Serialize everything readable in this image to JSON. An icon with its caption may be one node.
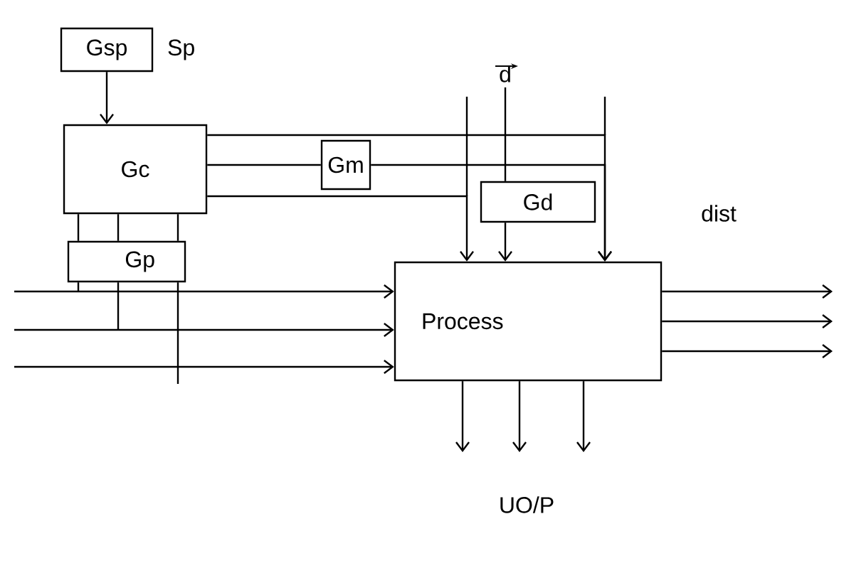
{
  "diagram": {
    "nodes": [
      {
        "text": [
          "Gsp"
        ],
        "beside": [
          "Sp"
        ]
      },
      {
        "text": [
          "d"
        ]
      },
      {
        "text": [
          "Gc"
        ]
      },
      {
        "text": [
          "Gm"
        ]
      },
      {
        "text": [
          "Gd"
        ]
      },
      {
        "text": [
          "Gp"
        ]
      },
      {
        "text": [
          "Process"
        ]
      }
    ],
    "edges": [
      {
        "from": 0,
        "to": 2,
        "arrow": "to"
      },
      {
        "from": 2,
        "to": 6,
        "arrow": "to"
      },
      {
        "from": 2,
        "to": 3,
        "arrow": "none"
      },
      {
        "from": 3,
        "to": 6,
        "arrow": "to"
      },
      {
        "from": 2,
        "to": 6,
        "arrow": "to"
      },
      {
        "from": 1,
        "to": 4,
        "arrow": "none"
      },
      {
        "from": 4,
        "to": 6,
        "arrow": "to"
      },
      {
        "from": 2,
        "to": 5,
        "arrow": "none"
      },
      {
        "from": 2,
        "to": 5,
        "arrow": "none"
      },
      {
        "from": 2,
        "to": 5,
        "arrow": "none"
      },
      {
        "from": 5,
        "to": null,
        "arrow": "none"
      },
      {
        "from": 5,
        "to": null,
        "arrow": "none"
      },
      {
        "from": 5,
        "to": null,
        "arrow": "none"
      },
      {
        "from": null,
        "to": 6,
        "arrow": "to"
      },
      {
        "from": null,
        "to": 6,
        "arrow": "to"
      },
      {
        "from": null,
        "to": 6,
        "arrow": "to"
      },
      {
        "from": 6,
        "to": null,
        "arrow": "to"
      },
      {
        "from": 6,
        "to": null,
        "arrow": "to"
      },
      {
        "from": 6,
        "to": null,
        "arrow": "to"
      },
      {
        "from": 6,
        "to": null,
        "arrow": "to"
      },
      {
        "from": 6,
        "to": null,
        "arrow": "to"
      },
      {
        "from": 6,
        "to": null,
        "arrow": "to"
      }
    ],
    "labels": [
      "dist",
      "UO/P"
    ]
  }
}
